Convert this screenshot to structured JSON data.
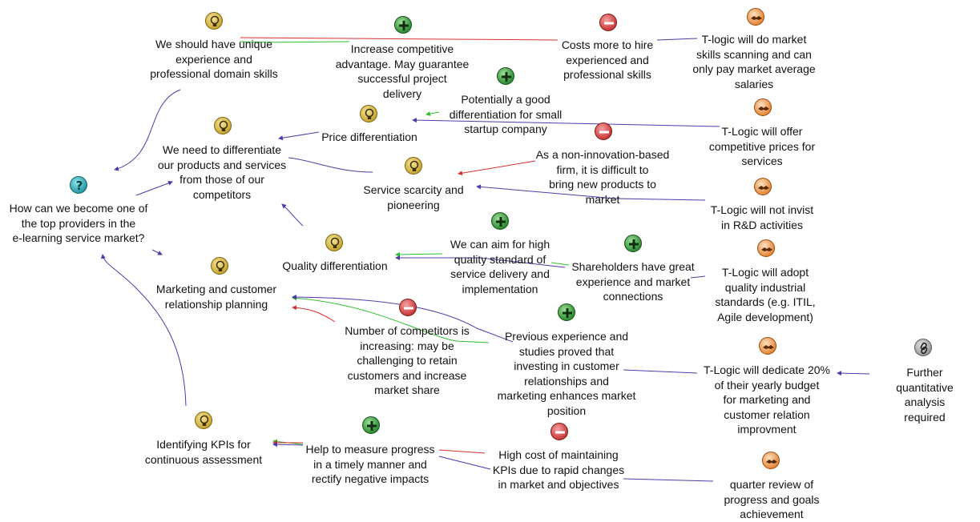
{
  "colors": {
    "link_neutral": "#4f3aa8",
    "link_pro": "#2fbf2f",
    "link_con": "#d83030"
  },
  "nodes": {
    "question": {
      "icon": "question-icon",
      "text": "How can we become one of\nthe top providers in the\ne-learning service market?"
    },
    "idea_unique": {
      "icon": "idea-bulb-icon",
      "text": "We should have unique\nexperience and\nprofessional domain skills"
    },
    "idea_differentiate": {
      "icon": "idea-bulb-icon",
      "text": "We need to differentiate\nour products and services\nfrom those of our\ncompetitors"
    },
    "idea_price": {
      "icon": "idea-bulb-icon",
      "text": "Price differentiation"
    },
    "idea_scarcity": {
      "icon": "idea-bulb-icon",
      "text": "Service scarcity and\npioneering"
    },
    "idea_quality": {
      "icon": "idea-bulb-icon",
      "text": "Quality differentiation"
    },
    "idea_marketing": {
      "icon": "idea-bulb-icon",
      "text": "Marketing and customer\nrelationship planning"
    },
    "idea_kpis": {
      "icon": "idea-bulb-icon",
      "text": "Identifying KPIs for\ncontinuous assessment"
    },
    "pro_competitive": {
      "icon": "plus-icon",
      "text": "Increase competitive\nadvantage. May guarantee\nsuccessful project\ndelivery"
    },
    "con_costs_hire": {
      "icon": "minus-icon",
      "text": "Costs more to hire\nexperienced and\nprofessional skills"
    },
    "dec_scanning": {
      "icon": "handshake-icon",
      "text": "T-logic will do market\nskills scanning and can\nonly pay market average\nsalaries"
    },
    "pro_startup": {
      "icon": "plus-icon",
      "text": "Potentially a good\ndifferentiation for small\nstartup company"
    },
    "dec_prices": {
      "icon": "handshake-icon",
      "text": "T-Logic will offer\ncompetitive prices for\nservices"
    },
    "con_innovation": {
      "icon": "minus-icon",
      "text": "As a non-innovation-based\nfirm, it is difficult to\nbring new products to\nmarket"
    },
    "dec_rnd": {
      "icon": "handshake-icon",
      "text": "T-Logic will not invist\nin R&D activities"
    },
    "pro_high_quality": {
      "icon": "plus-icon",
      "text": "We can aim for high\nquality standard of\nservice delivery and\nimplementation"
    },
    "pro_shareholders": {
      "icon": "plus-icon",
      "text": "Shareholders have great\nexperience and market\nconnections"
    },
    "dec_quality_std": {
      "icon": "handshake-icon",
      "text": "T-Logic will adopt\nquality industrial\nstandards (e.g. ITIL,\nAgile development)"
    },
    "con_competitors": {
      "icon": "minus-icon",
      "text": "Number of competitors is\nincreasing: may be\nchallenging to retain\ncustomers and increase\nmarket share"
    },
    "pro_experience": {
      "icon": "plus-icon",
      "text": "Previous experience and\nstudies proved that\ninvesting in customer\nrelationships and\nmarketing enhances market\nposition"
    },
    "dec_budget": {
      "icon": "handshake-icon",
      "text": "T-Logic will dedicate 20%\nof their yearly budget\nfor marketing and\ncustomer relation\nimprovment"
    },
    "ref_quantitative": {
      "icon": "link-chain-icon",
      "text": "Further quantitative\nanalysis required"
    },
    "pro_measure": {
      "icon": "plus-icon",
      "text": "Help to measure progress\nin a timely manner and\nrectify negative impacts"
    },
    "con_kpi_cost": {
      "icon": "minus-icon",
      "text": "High cost of maintaining\nKPIs due to rapid changes\nin market and objectives"
    },
    "dec_quarter": {
      "icon": "handshake-icon",
      "text": "quarter review of\nprogress and goals\nachievement"
    }
  }
}
